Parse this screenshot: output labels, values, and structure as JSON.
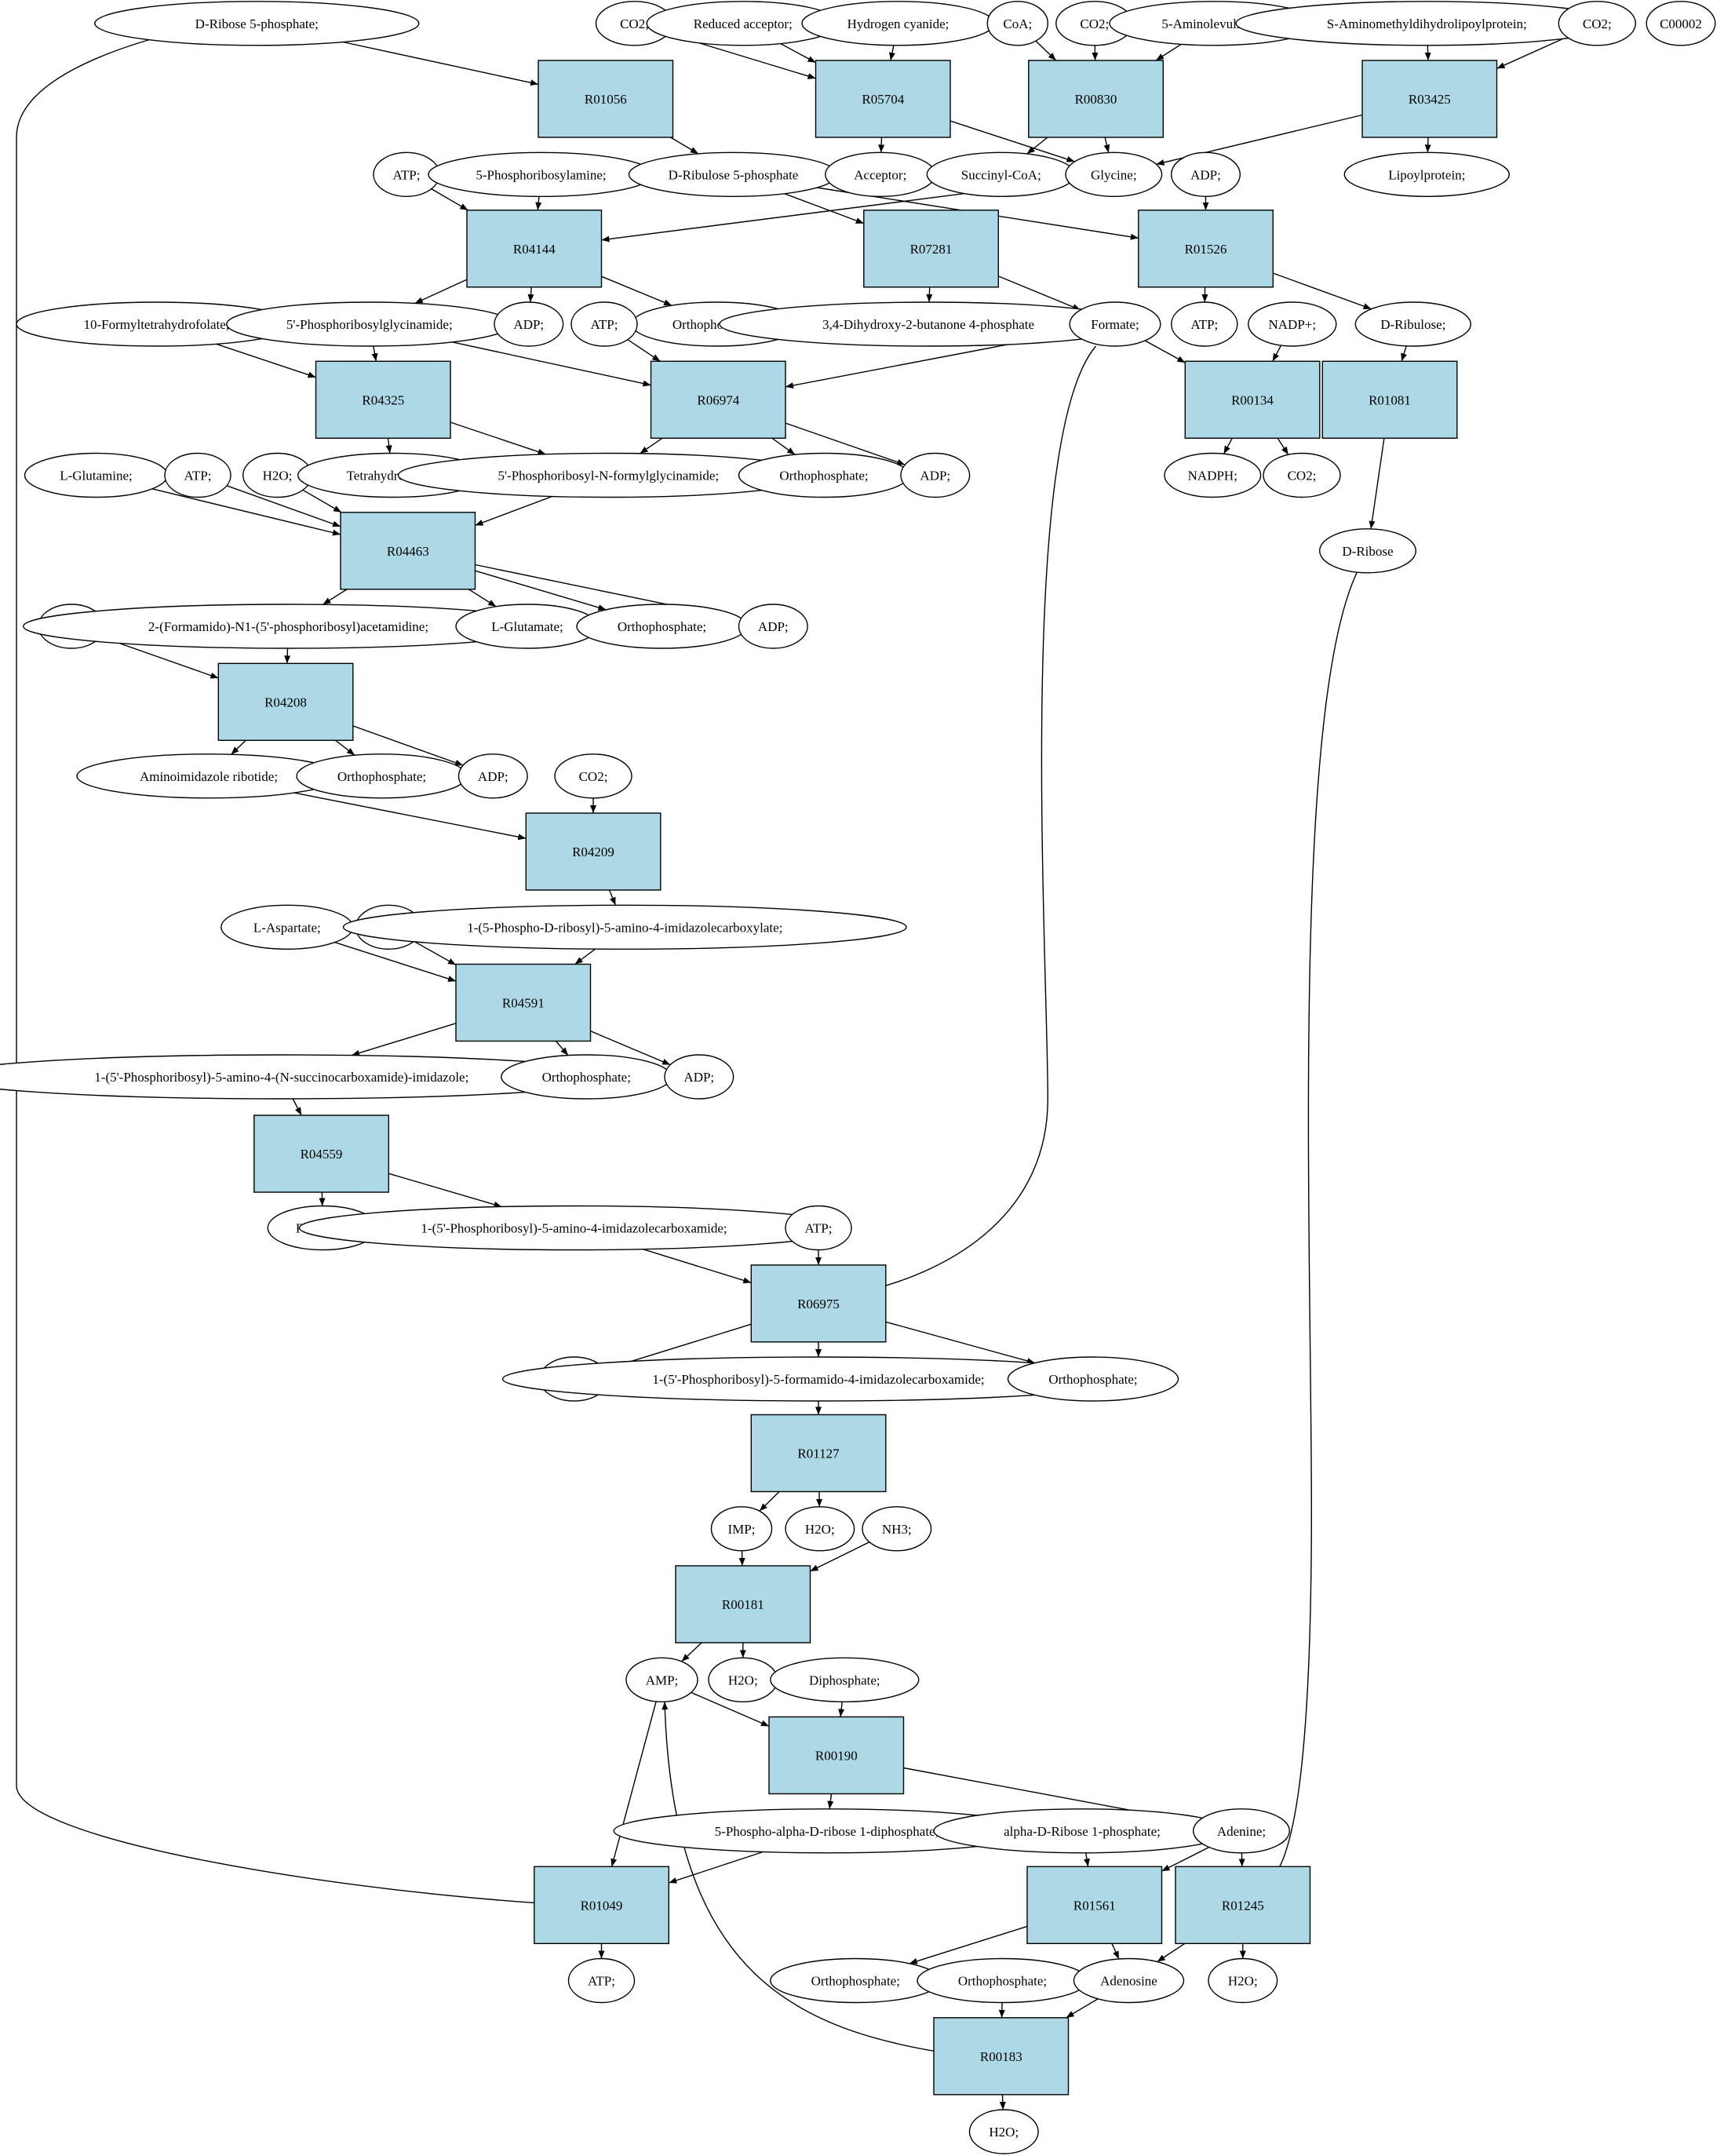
{
  "colors": {
    "background": "#ffffff",
    "reaction_fill": "#add8e6",
    "compound_fill": "#ffffff",
    "source_fill": "#00ff00",
    "highlight_fill": "#ffff00",
    "stroke": "#000000"
  },
  "nodes": {
    "n_d_ribose_5_phosphate": {
      "label": "D-Ribose 5-phosphate;",
      "kind": "ellipse",
      "fill": "#00ff00"
    },
    "n_c00002": {
      "label": "C00002",
      "kind": "ellipse",
      "fill": "#ffff00"
    },
    "n_co2_a": {
      "label": "CO2;",
      "kind": "ellipse"
    },
    "n_reduced_acceptor": {
      "label": "Reduced acceptor;",
      "kind": "ellipse"
    },
    "n_hydrogen_cyanide": {
      "label": "Hydrogen cyanide;",
      "kind": "ellipse"
    },
    "n_coa": {
      "label": "CoA;",
      "kind": "ellipse"
    },
    "n_co2_b": {
      "label": "CO2;",
      "kind": "ellipse"
    },
    "n_5_aminolevulinate": {
      "label": "5-Aminolevulinate;",
      "kind": "ellipse"
    },
    "n_s_aminomethyl": {
      "label": "S-Aminomethyldihydrolipoylprotein;",
      "kind": "ellipse"
    },
    "n_co2_c": {
      "label": "CO2;",
      "kind": "ellipse"
    },
    "r_R01056": {
      "label": "R01056",
      "kind": "rect"
    },
    "r_R05704": {
      "label": "R05704",
      "kind": "rect"
    },
    "r_R00830": {
      "label": "R00830",
      "kind": "rect"
    },
    "r_R03425": {
      "label": "R03425",
      "kind": "rect"
    },
    "n_atp_a": {
      "label": "ATP;",
      "kind": "ellipse"
    },
    "n_5_phosphoribosylamine": {
      "label": "5-Phosphoribosylamine;",
      "kind": "ellipse"
    },
    "n_d_ribulose_5_phosphate": {
      "label": "D-Ribulose 5-phosphate",
      "kind": "ellipse"
    },
    "n_acceptor": {
      "label": "Acceptor;",
      "kind": "ellipse"
    },
    "n_succinyl_coa": {
      "label": "Succinyl-CoA;",
      "kind": "ellipse"
    },
    "n_glycine": {
      "label": "Glycine;",
      "kind": "ellipse"
    },
    "n_adp_a": {
      "label": "ADP;",
      "kind": "ellipse"
    },
    "n_lipoylprotein": {
      "label": "Lipoylprotein;",
      "kind": "ellipse"
    },
    "r_R04144": {
      "label": "R04144",
      "kind": "rect"
    },
    "r_R07281": {
      "label": "R07281",
      "kind": "rect"
    },
    "r_R01526": {
      "label": "R01526",
      "kind": "rect"
    },
    "n_10_formylthf": {
      "label": "10-Formyltetrahydrofolate;",
      "kind": "ellipse"
    },
    "n_5_phosphoribosylglycinamide": {
      "label": "5'-Phosphoribosylglycinamide;",
      "kind": "ellipse"
    },
    "n_adp_b": {
      "label": "ADP;",
      "kind": "ellipse"
    },
    "n_orthophosphate_a": {
      "label": "Orthophosphate;",
      "kind": "ellipse"
    },
    "n_atp_b": {
      "label": "ATP;",
      "kind": "ellipse"
    },
    "n_dihydroxy_butanone": {
      "label": "3,4-Dihydroxy-2-butanone 4-phosphate",
      "kind": "ellipse"
    },
    "n_formate": {
      "label": "Formate;",
      "kind": "ellipse"
    },
    "n_atp_c": {
      "label": "ATP;",
      "kind": "ellipse"
    },
    "n_nadp": {
      "label": "NADP+;",
      "kind": "ellipse"
    },
    "n_d_ribulose": {
      "label": "D-Ribulose;",
      "kind": "ellipse"
    },
    "r_R04325": {
      "label": "R04325",
      "kind": "rect"
    },
    "r_R06974": {
      "label": "R06974",
      "kind": "rect"
    },
    "r_R00134": {
      "label": "R00134",
      "kind": "rect"
    },
    "r_R01081": {
      "label": "R01081",
      "kind": "rect"
    },
    "n_l_glutamine": {
      "label": "L-Glutamine;",
      "kind": "ellipse"
    },
    "n_atp_d": {
      "label": "ATP;",
      "kind": "ellipse"
    },
    "n_h2o_a": {
      "label": "H2O;",
      "kind": "ellipse"
    },
    "n_tetrahydrofolate": {
      "label": "Tetrahydrofolate;",
      "kind": "ellipse"
    },
    "n_fgar": {
      "label": "5'-Phosphoribosyl-N-formylglycinamide;",
      "kind": "ellipse"
    },
    "n_orthophosphate_b": {
      "label": "Orthophosphate;",
      "kind": "ellipse"
    },
    "n_adp_c": {
      "label": "ADP;",
      "kind": "ellipse"
    },
    "n_nadph": {
      "label": "NADPH;",
      "kind": "ellipse"
    },
    "n_co2_d": {
      "label": "CO2;",
      "kind": "ellipse"
    },
    "r_R04463": {
      "label": "R04463",
      "kind": "rect"
    },
    "n_d_ribose": {
      "label": "D-Ribose",
      "kind": "ellipse"
    },
    "n_atp_e": {
      "label": "ATP;",
      "kind": "ellipse"
    },
    "n_fgam": {
      "label": "2-(Formamido)-N1-(5'-phosphoribosyl)acetamidine;",
      "kind": "ellipse"
    },
    "n_l_glutamate": {
      "label": "L-Glutamate;",
      "kind": "ellipse"
    },
    "n_orthophosphate_c": {
      "label": "Orthophosphate;",
      "kind": "ellipse"
    },
    "n_adp_d": {
      "label": "ADP;",
      "kind": "ellipse"
    },
    "r_R04208": {
      "label": "R04208",
      "kind": "rect"
    },
    "n_air": {
      "label": "Aminoimidazole ribotide;",
      "kind": "ellipse"
    },
    "n_orthophosphate_d": {
      "label": "Orthophosphate;",
      "kind": "ellipse"
    },
    "n_adp_e": {
      "label": "ADP;",
      "kind": "ellipse"
    },
    "n_co2_e": {
      "label": "CO2;",
      "kind": "ellipse"
    },
    "r_R04209": {
      "label": "R04209",
      "kind": "rect"
    },
    "n_l_aspartate": {
      "label": "L-Aspartate;",
      "kind": "ellipse"
    },
    "n_atp_f": {
      "label": "ATP;",
      "kind": "ellipse"
    },
    "n_cair": {
      "label": "1-(5-Phospho-D-ribosyl)-5-amino-4-imidazolecarboxylate;",
      "kind": "ellipse"
    },
    "r_R04591": {
      "label": "R04591",
      "kind": "rect"
    },
    "n_saicar": {
      "label": "1-(5'-Phosphoribosyl)-5-amino-4-(N-succinocarboxamide)-imidazole;",
      "kind": "ellipse"
    },
    "n_orthophosphate_e": {
      "label": "Orthophosphate;",
      "kind": "ellipse"
    },
    "n_adp_f": {
      "label": "ADP;",
      "kind": "ellipse"
    },
    "r_R04559": {
      "label": "R04559",
      "kind": "rect"
    },
    "n_fumarate": {
      "label": "Fumarate;",
      "kind": "ellipse"
    },
    "n_aicar": {
      "label": "1-(5'-Phosphoribosyl)-5-amino-4-imidazolecarboxamide;",
      "kind": "ellipse"
    },
    "n_atp_g": {
      "label": "ATP;",
      "kind": "ellipse"
    },
    "r_R06975": {
      "label": "R06975",
      "kind": "rect"
    },
    "n_adp_g": {
      "label": "ADP;",
      "kind": "ellipse"
    },
    "n_faicar": {
      "label": "1-(5'-Phosphoribosyl)-5-formamido-4-imidazolecarboxamide;",
      "kind": "ellipse"
    },
    "n_orthophosphate_f": {
      "label": "Orthophosphate;",
      "kind": "ellipse"
    },
    "r_R01127": {
      "label": "R01127",
      "kind": "rect"
    },
    "n_imp": {
      "label": "IMP;",
      "kind": "ellipse"
    },
    "n_h2o_b": {
      "label": "H2O;",
      "kind": "ellipse"
    },
    "n_nh3": {
      "label": "NH3;",
      "kind": "ellipse"
    },
    "r_R00181": {
      "label": "R00181",
      "kind": "rect"
    },
    "n_amp": {
      "label": "AMP;",
      "kind": "ellipse"
    },
    "n_h2o_c": {
      "label": "H2O;",
      "kind": "ellipse"
    },
    "n_diphosphate": {
      "label": "Diphosphate;",
      "kind": "ellipse"
    },
    "r_R00190": {
      "label": "R00190",
      "kind": "rect"
    },
    "n_prpp": {
      "label": "5-Phospho-alpha-D-ribose 1-diphosphate;",
      "kind": "ellipse"
    },
    "n_alpha_d_ribose_1p": {
      "label": "alpha-D-Ribose 1-phosphate;",
      "kind": "ellipse"
    },
    "n_adenine": {
      "label": "Adenine;",
      "kind": "ellipse"
    },
    "r_R01049": {
      "label": "R01049",
      "kind": "rect"
    },
    "r_R01561": {
      "label": "R01561",
      "kind": "rect"
    },
    "r_R01245": {
      "label": "R01245",
      "kind": "rect"
    },
    "n_atp_h": {
      "label": "ATP;",
      "kind": "ellipse"
    },
    "n_orthophosphate_g": {
      "label": "Orthophosphate;",
      "kind": "ellipse"
    },
    "n_orthophosphate_h": {
      "label": "Orthophosphate;",
      "kind": "ellipse"
    },
    "n_adenosine": {
      "label": "Adenosine",
      "kind": "ellipse"
    },
    "n_h2o_d": {
      "label": "H2O;",
      "kind": "ellipse"
    },
    "r_R00183": {
      "label": "R00183",
      "kind": "rect"
    },
    "n_h2o_e": {
      "label": "H2O;",
      "kind": "ellipse"
    }
  },
  "edges": [
    [
      "n_d_ribose_5_phosphate",
      "r_R01056"
    ],
    [
      "r_R01056",
      "n_d_ribulose_5_phosphate"
    ],
    [
      "n_co2_a",
      "r_R05704"
    ],
    [
      "n_reduced_acceptor",
      "r_R05704"
    ],
    [
      "n_hydrogen_cyanide",
      "r_R05704"
    ],
    [
      "r_R05704",
      "n_acceptor"
    ],
    [
      "r_R05704",
      "n_glycine"
    ],
    [
      "n_coa",
      "r_R00830"
    ],
    [
      "n_co2_b",
      "r_R00830"
    ],
    [
      "n_5_aminolevulinate",
      "r_R00830"
    ],
    [
      "r_R00830",
      "n_succinyl_coa"
    ],
    [
      "r_R00830",
      "n_glycine"
    ],
    [
      "n_s_aminomethyl",
      "r_R03425"
    ],
    [
      "n_co2_c",
      "r_R03425"
    ],
    [
      "r_R03425",
      "n_glycine"
    ],
    [
      "r_R03425",
      "n_lipoylprotein"
    ],
    [
      "n_atp_a",
      "r_R04144"
    ],
    [
      "n_5_phosphoribosylamine",
      "r_R04144"
    ],
    [
      "n_glycine",
      "r_R04144"
    ],
    [
      "r_R04144",
      "n_5_phosphoribosylglycinamide"
    ],
    [
      "r_R04144",
      "n_adp_b"
    ],
    [
      "r_R04144",
      "n_orthophosphate_a"
    ],
    [
      "n_d_ribulose_5_phosphate",
      "r_R07281"
    ],
    [
      "r_R07281",
      "n_dihydroxy_butanone"
    ],
    [
      "r_R07281",
      "n_formate"
    ],
    [
      "n_d_ribulose_5_phosphate",
      "r_R01526"
    ],
    [
      "n_adp_a",
      "r_R01526"
    ],
    [
      "r_R01526",
      "n_atp_c"
    ],
    [
      "r_R01526",
      "n_d_ribulose"
    ],
    [
      "n_10_formylthf",
      "r_R04325"
    ],
    [
      "n_5_phosphoribosylglycinamide",
      "r_R04325"
    ],
    [
      "r_R04325",
      "n_tetrahydrofolate"
    ],
    [
      "r_R04325",
      "n_fgar"
    ],
    [
      "n_5_phosphoribosylglycinamide",
      "r_R06974"
    ],
    [
      "n_atp_b",
      "r_R06974"
    ],
    [
      "n_formate",
      "r_R06974"
    ],
    [
      "r_R06974",
      "n_fgar"
    ],
    [
      "r_R06974",
      "n_orthophosphate_b"
    ],
    [
      "r_R06974",
      "n_adp_c"
    ],
    [
      "n_formate",
      "r_R00134"
    ],
    [
      "n_nadp",
      "r_R00134"
    ],
    [
      "r_R00134",
      "n_nadph"
    ],
    [
      "r_R00134",
      "n_co2_d"
    ],
    [
      "n_d_ribulose",
      "r_R01081"
    ],
    [
      "r_R01081",
      "n_d_ribose"
    ],
    [
      "n_l_glutamine",
      "r_R04463"
    ],
    [
      "n_atp_d",
      "r_R04463"
    ],
    [
      "n_h2o_a",
      "r_R04463"
    ],
    [
      "n_fgar",
      "r_R04463"
    ],
    [
      "r_R04463",
      "n_fgam"
    ],
    [
      "r_R04463",
      "n_l_glutamate"
    ],
    [
      "r_R04463",
      "n_orthophosphate_c"
    ],
    [
      "r_R04463",
      "n_adp_d"
    ],
    [
      "n_atp_e",
      "r_R04208"
    ],
    [
      "n_fgam",
      "r_R04208"
    ],
    [
      "r_R04208",
      "n_air"
    ],
    [
      "r_R04208",
      "n_orthophosphate_d"
    ],
    [
      "r_R04208",
      "n_adp_e"
    ],
    [
      "n_air",
      "r_R04209"
    ],
    [
      "n_co2_e",
      "r_R04209"
    ],
    [
      "r_R04209",
      "n_cair"
    ],
    [
      "n_l_aspartate",
      "r_R04591"
    ],
    [
      "n_atp_f",
      "r_R04591"
    ],
    [
      "n_cair",
      "r_R04591"
    ],
    [
      "r_R04591",
      "n_saicar"
    ],
    [
      "r_R04591",
      "n_orthophosphate_e"
    ],
    [
      "r_R04591",
      "n_adp_f"
    ],
    [
      "n_saicar",
      "r_R04559"
    ],
    [
      "r_R04559",
      "n_fumarate"
    ],
    [
      "r_R04559",
      "n_aicar"
    ],
    [
      "n_aicar",
      "r_R06975"
    ],
    [
      "n_atp_g",
      "r_R06975"
    ],
    [
      "n_formate",
      "r_R06975"
    ],
    [
      "r_R06975",
      "n_adp_g"
    ],
    [
      "r_R06975",
      "n_faicar"
    ],
    [
      "r_R06975",
      "n_orthophosphate_f"
    ],
    [
      "n_faicar",
      "r_R01127"
    ],
    [
      "r_R01127",
      "n_imp"
    ],
    [
      "r_R01127",
      "n_h2o_b"
    ],
    [
      "n_imp",
      "r_R00181"
    ],
    [
      "n_nh3",
      "r_R00181"
    ],
    [
      "r_R00181",
      "n_amp"
    ],
    [
      "r_R00181",
      "n_h2o_c"
    ],
    [
      "n_amp",
      "r_R00190"
    ],
    [
      "n_diphosphate",
      "r_R00190"
    ],
    [
      "r_R00190",
      "n_prpp"
    ],
    [
      "r_R00190",
      "n_adenine"
    ],
    [
      "n_amp",
      "r_R01049"
    ],
    [
      "n_prpp",
      "r_R01049"
    ],
    [
      "r_R01049",
      "n_atp_h"
    ],
    [
      "r_R01049",
      "n_d_ribose_5_phosphate"
    ],
    [
      "n_alpha_d_ribose_1p",
      "r_R01561"
    ],
    [
      "n_adenine",
      "r_R01561"
    ],
    [
      "r_R01561",
      "n_orthophosphate_g"
    ],
    [
      "r_R01561",
      "n_adenosine"
    ],
    [
      "n_adenine",
      "r_R01245"
    ],
    [
      "n_d_ribose",
      "r_R01245"
    ],
    [
      "r_R01245",
      "n_adenosine"
    ],
    [
      "r_R01245",
      "n_h2o_d"
    ],
    [
      "n_orthophosphate_h",
      "r_R00183"
    ],
    [
      "n_adenosine",
      "r_R00183"
    ],
    [
      "r_R00183",
      "n_amp"
    ],
    [
      "r_R00183",
      "n_h2o_e"
    ]
  ]
}
